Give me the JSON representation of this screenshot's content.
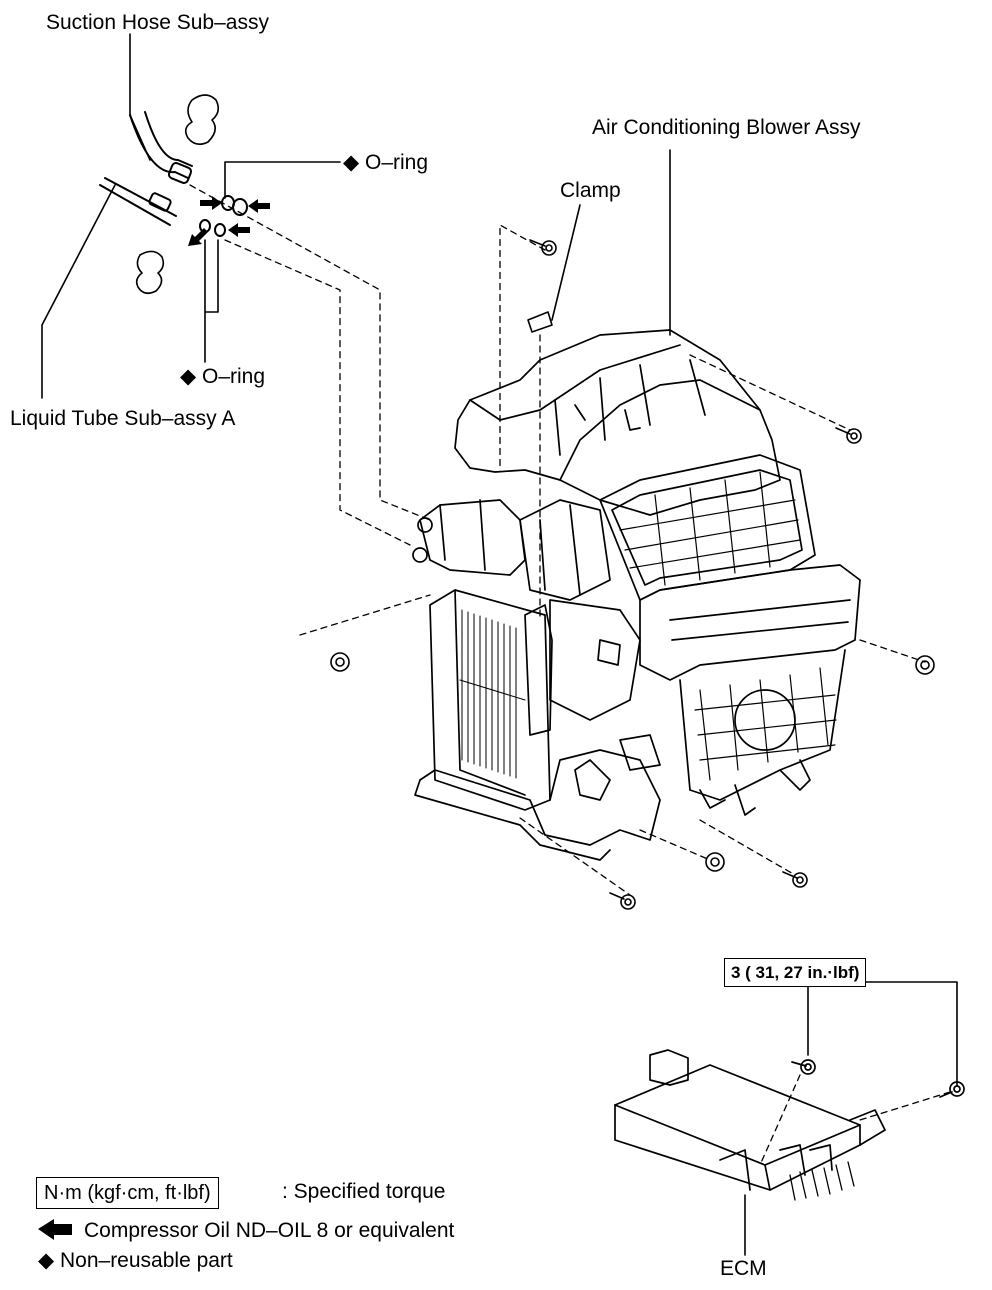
{
  "labels": {
    "suction_hose": "Suction Hose Sub–assy",
    "air_blower": "Air Conditioning Blower Assy",
    "clamp": "Clamp",
    "oring_top": "◆ O–ring",
    "oring_bottom": "◆ O–ring",
    "liquid_tube": "Liquid Tube Sub–assy A",
    "torque_spec": "3 ( 31, 27 in.·lbf)",
    "ecm": "ECM"
  },
  "legend": {
    "torque_box": "N·m (kgf·cm, ft·lbf)",
    "torque_text": ": Specified torque",
    "oil_text": "Compressor Oil ND–OIL 8 or equivalent",
    "nonreusable_text": "◆ Non–reusable part"
  },
  "colors": {
    "ink": "#000000",
    "paper": "#ffffff"
  },
  "icons": [
    "arrow-left-icon",
    "diamond-icon",
    "bolt-icon",
    "nut-icon"
  ]
}
